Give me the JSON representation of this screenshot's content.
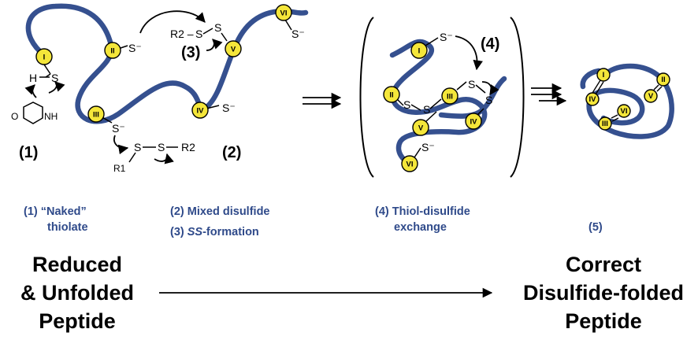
{
  "steps": {
    "s1": "(1)",
    "s2": "(2)",
    "s3": "(3)",
    "s4": "(4)"
  },
  "cys": {
    "I": "I",
    "II": "II",
    "III": "III",
    "IV": "IV",
    "V": "V",
    "VI": "VI"
  },
  "atoms": {
    "S": "S",
    "S_minus": "S⁻",
    "H": "H",
    "NH": "NH",
    "O": "O",
    "R1": "R1",
    "R2": "R2",
    "R2_prefix": "R2 –"
  },
  "captions": {
    "c1a": "(1)  “Naked”",
    "c1b": "thiolate",
    "c2": "(2) Mixed disulfide",
    "c3_num": "(3) ",
    "c3_ss": "SS",
    "c3_rest": "-formation",
    "c4a": "(4) Thiol-disulfide",
    "c4b": "exchange",
    "c5": "(5)"
  },
  "bottom": {
    "left_1": "Reduced",
    "left_2": "& Unfolded",
    "left_3": "Peptide",
    "right_1": "Correct",
    "right_2": "Disulfide-folded",
    "right_3": "Peptide"
  },
  "colors": {
    "chain": "#35508f",
    "cysteine": "#f4e63a",
    "caption": "#2f4a8a"
  }
}
